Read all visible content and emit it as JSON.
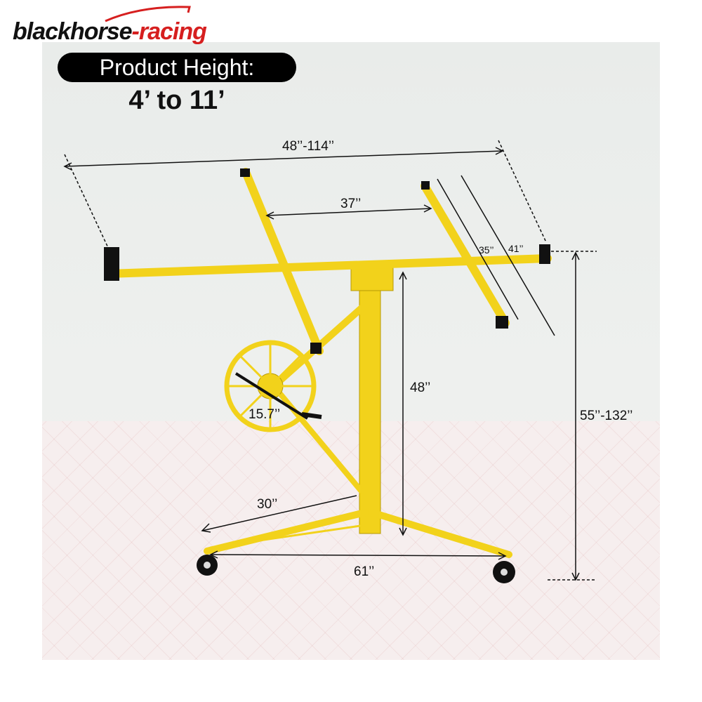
{
  "brand": {
    "name_dark": "blackhorse",
    "name_red": "-racing"
  },
  "product_height": {
    "label": "Product Height:",
    "value": "4’ to 11’"
  },
  "dimensions": {
    "top_width": "48’’-114’’",
    "center_width": "37’’",
    "arm_inner": "35’’",
    "arm_outer": "41’’",
    "wheel": "15.7’’",
    "mast_height": "48’’",
    "overall_height": "55’’-132’’",
    "leg_length": "30’’",
    "base_width": "61’’"
  },
  "colors": {
    "frame": "#f2d21b",
    "frame_dark": "#b79a06",
    "brand_red": "#d61f1f"
  }
}
